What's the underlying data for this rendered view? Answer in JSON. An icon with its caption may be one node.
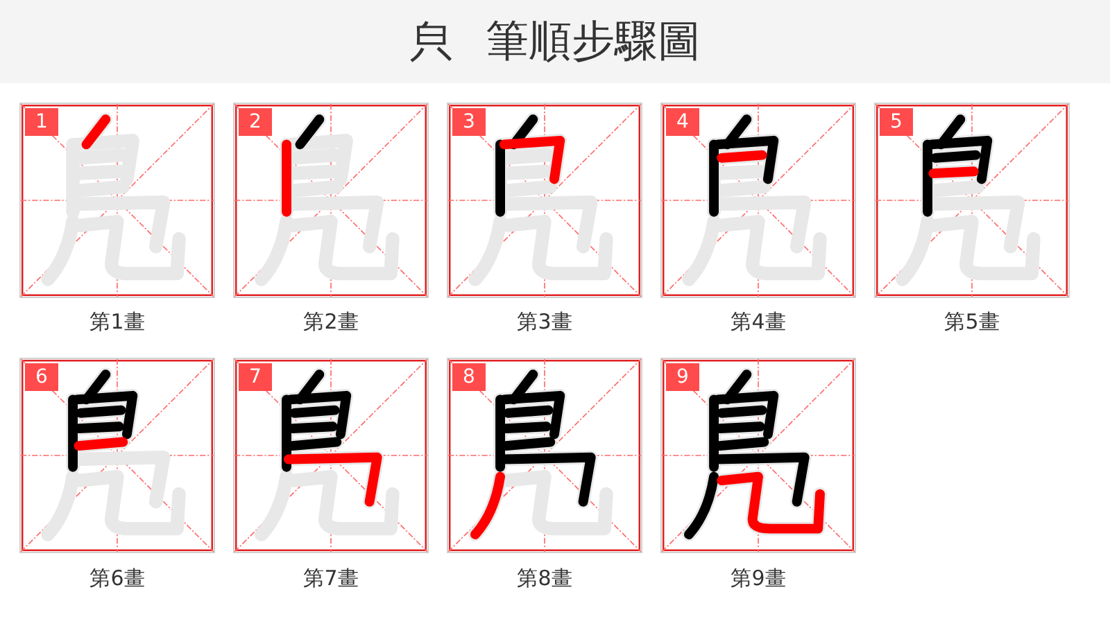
{
  "diagram": {
    "title": "㒵 筆順步驟圖",
    "nodes": [
      {
        "text": [
          "1"
        ],
        "beside": [
          "第1畫"
        ]
      },
      {
        "text": [
          "2"
        ],
        "beside": [
          "第2畫"
        ]
      },
      {
        "text": [
          "3"
        ],
        "beside": [
          "第3畫"
        ]
      },
      {
        "text": [
          "4"
        ],
        "beside": [
          "第4畫"
        ]
      },
      {
        "text": [
          "5"
        ],
        "beside": [
          "第5畫"
        ]
      },
      {
        "text": [
          "6"
        ],
        "beside": [
          "第6畫"
        ]
      },
      {
        "text": [
          "7"
        ],
        "beside": [
          "第7畫"
        ]
      },
      {
        "text": [
          "8"
        ],
        "beside": [
          "第8畫"
        ]
      },
      {
        "text": [
          "9"
        ],
        "beside": [
          "第9畫"
        ]
      }
    ]
  }
}
